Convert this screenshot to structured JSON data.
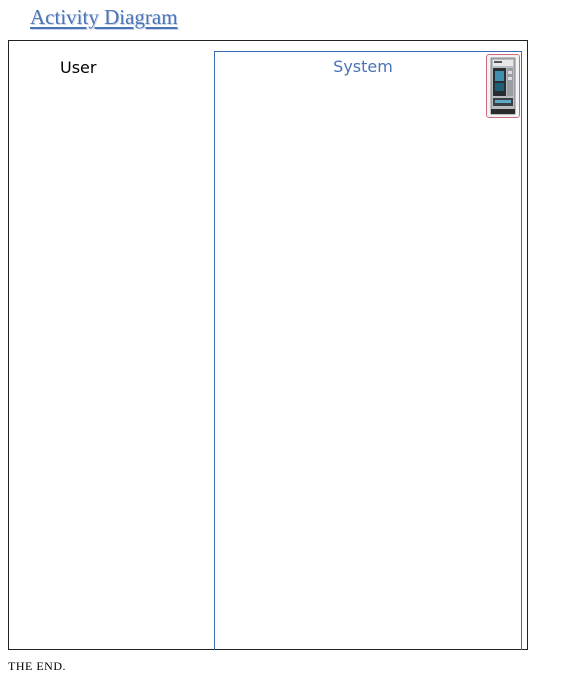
{
  "title": "Activity Diagram",
  "lanes": {
    "user": "User",
    "system": "System"
  },
  "icons": {
    "system_image": "ticket-machine-icon"
  },
  "footer": "THE END.",
  "colors": {
    "title": "#4a74b5",
    "system_lane_border": "#3f6bb5",
    "outer_frame": "#222222"
  }
}
